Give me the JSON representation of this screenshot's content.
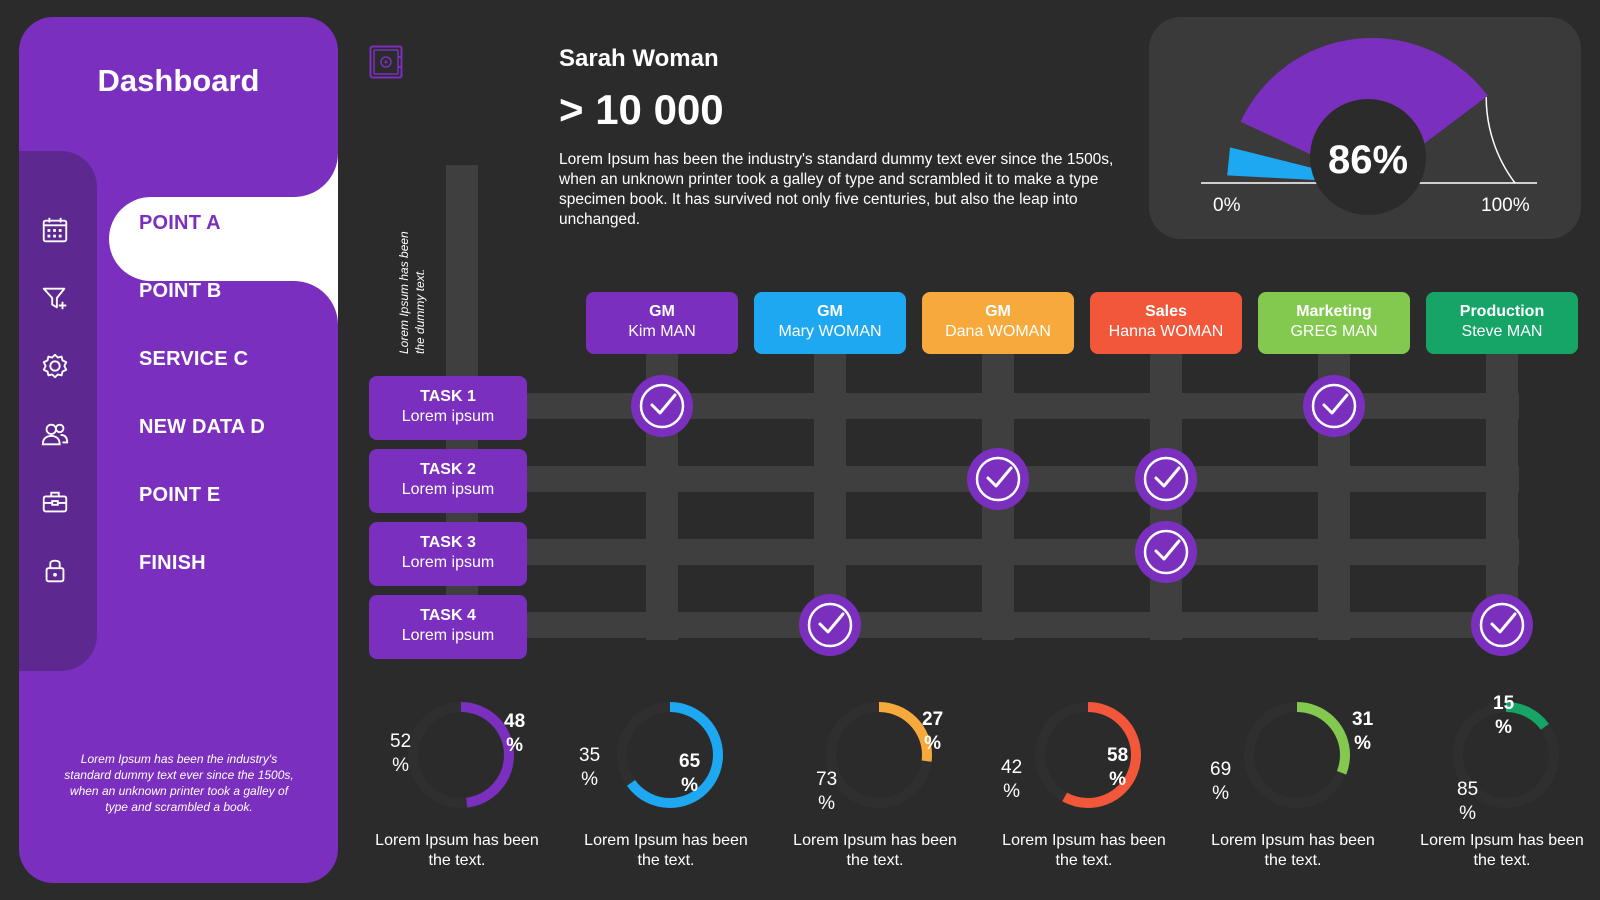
{
  "sidebar": {
    "title": "Dashboard",
    "icons": [
      "calendar-icon",
      "funnel-add-icon",
      "gear-icon",
      "users-icon",
      "toolbox-icon",
      "lock-icon"
    ],
    "menu": [
      "POINT A",
      "POINT B",
      "SERVICE C",
      "NEW DATA D",
      "POINT E",
      "FINISH"
    ],
    "active_index": 0,
    "footer": "Lorem Ipsum has been the industry's standard dummy text ever since the 1500s, when an unknown printer took a galley of type and scrambled  a book."
  },
  "header": {
    "icon": "safe-icon",
    "name": "Sarah Woman",
    "big_value": "> 10 000",
    "text": "Lorem Ipsum has been the industry's standard dummy text ever since the 1500s, when an unknown printer took a galley of type and scrambled it to make a type specimen book. It has survived not only five centuries, but also the leap into unchanged."
  },
  "gauge": {
    "value_label": "86%",
    "value": 86,
    "min_label": "0%",
    "max_label": "100%",
    "colors": {
      "fill": "#7b2fbe",
      "low": "#1fa8f2"
    }
  },
  "matrix": {
    "vertical_note": "Lorem Ipsum has been the dummy text.",
    "columns": [
      {
        "role": "GM",
        "person": "Kim MAN",
        "color": "#7b2fbe"
      },
      {
        "role": "GM",
        "person": "Mary WOMAN",
        "color": "#1fa8f2"
      },
      {
        "role": "GM",
        "person": "Dana WOMAN",
        "color": "#f7a93b"
      },
      {
        "role": "Sales",
        "person": "Hanna WOMAN",
        "color": "#f2573a"
      },
      {
        "role": "Marketing",
        "person": "GREG MAN",
        "color": "#83c94f"
      },
      {
        "role": "Production",
        "person": "Steve MAN",
        "color": "#16a566"
      }
    ],
    "tasks": [
      {
        "title": "TASK 1",
        "subtitle": "Lorem ipsum"
      },
      {
        "title": "TASK 2",
        "subtitle": "Lorem ipsum"
      },
      {
        "title": "TASK 3",
        "subtitle": "Lorem ipsum"
      },
      {
        "title": "TASK 4",
        "subtitle": "Lorem ipsum"
      }
    ],
    "checks": [
      {
        "task": 0,
        "column": 0
      },
      {
        "task": 0,
        "column": 4
      },
      {
        "task": 1,
        "column": 2
      },
      {
        "task": 1,
        "column": 3
      },
      {
        "task": 2,
        "column": 3
      },
      {
        "task": 3,
        "column": 1
      },
      {
        "task": 3,
        "column": 5
      }
    ]
  },
  "donuts": [
    {
      "value": 48,
      "value_label": "48\n%",
      "remainder_label": "52\n%",
      "color": "#7b2fbe",
      "caption": "Lorem Ipsum has been the text."
    },
    {
      "value": 65,
      "value_label": "65\n%",
      "remainder_label": "35\n%",
      "color": "#1fa8f2",
      "caption": "Lorem Ipsum has been the text."
    },
    {
      "value": 27,
      "value_label": "27\n%",
      "remainder_label": "73\n%",
      "color": "#f7a93b",
      "caption": "Lorem Ipsum has been the text."
    },
    {
      "value": 58,
      "value_label": "58\n%",
      "remainder_label": "42\n%",
      "color": "#f2573a",
      "caption": "Lorem Ipsum has been the text."
    },
    {
      "value": 31,
      "value_label": "31\n%",
      "remainder_label": "69\n%",
      "color": "#83c94f",
      "caption": "Lorem Ipsum has been the text."
    },
    {
      "value": 15,
      "value_label": "15\n%",
      "remainder_label": "85\n%",
      "color": "#16a566",
      "caption": "Lorem Ipsum has been the text."
    }
  ]
}
